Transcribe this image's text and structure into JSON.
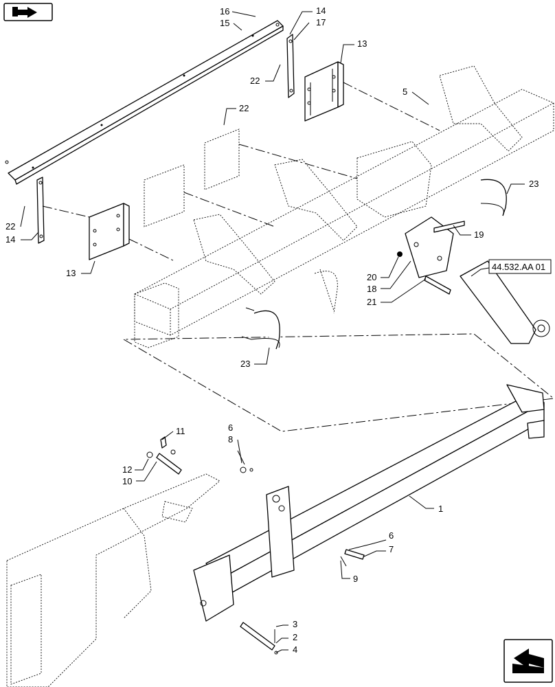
{
  "diagram": {
    "reference_link": "44.532.AA 01",
    "callouts": [
      {
        "id": "c16",
        "text": "16"
      },
      {
        "id": "c15",
        "text": "15"
      },
      {
        "id": "c14a",
        "text": "14"
      },
      {
        "id": "c17",
        "text": "17"
      },
      {
        "id": "c13a",
        "text": "13"
      },
      {
        "id": "c22a",
        "text": "22"
      },
      {
        "id": "c5",
        "text": "5"
      },
      {
        "id": "c22b",
        "text": "22"
      },
      {
        "id": "c23a",
        "text": "23"
      },
      {
        "id": "c22c",
        "text": "22"
      },
      {
        "id": "c14b",
        "text": "14"
      },
      {
        "id": "c19",
        "text": "19"
      },
      {
        "id": "c13b",
        "text": "13"
      },
      {
        "id": "c20",
        "text": "20"
      },
      {
        "id": "c18",
        "text": "18"
      },
      {
        "id": "c21",
        "text": "21"
      },
      {
        "id": "c23b",
        "text": "23"
      },
      {
        "id": "c6a",
        "text": "6"
      },
      {
        "id": "c8",
        "text": "8"
      },
      {
        "id": "c11",
        "text": "11"
      },
      {
        "id": "c12",
        "text": "12"
      },
      {
        "id": "c10",
        "text": "10"
      },
      {
        "id": "c1",
        "text": "1"
      },
      {
        "id": "c6b",
        "text": "6"
      },
      {
        "id": "c7",
        "text": "7"
      },
      {
        "id": "c9",
        "text": "9"
      },
      {
        "id": "c3",
        "text": "3"
      },
      {
        "id": "c2",
        "text": "2"
      },
      {
        "id": "c4",
        "text": "4"
      }
    ]
  }
}
